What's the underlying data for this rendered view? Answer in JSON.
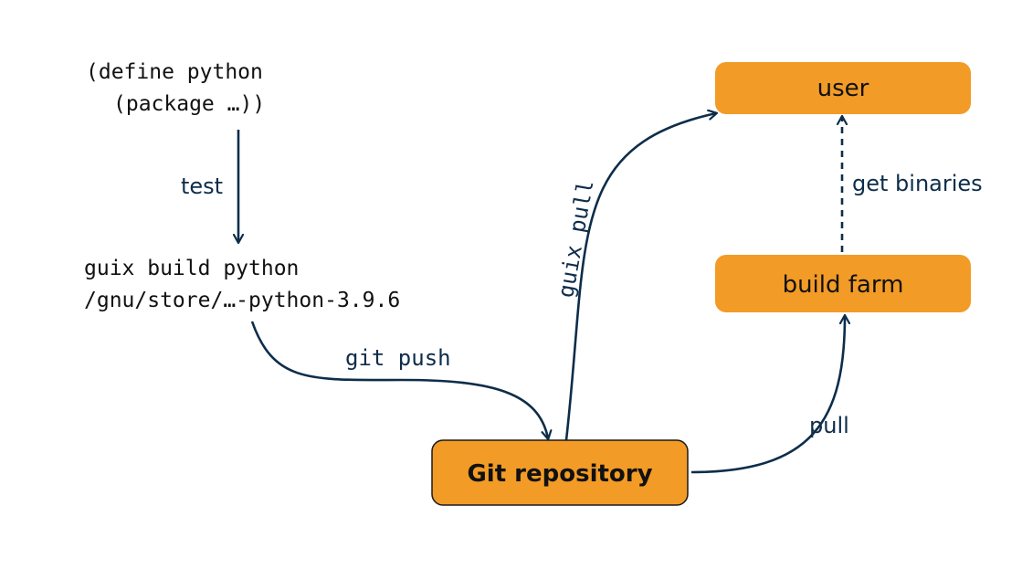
{
  "colors": {
    "box_fill": "#F29B26",
    "box_stroke": "#1a1a1a",
    "arrow": "#0d2d4a",
    "label_text": "#0d2d4a",
    "code_text": "#111111"
  },
  "code": {
    "define_line1": "(define python",
    "define_line2": "(package …))",
    "build_line1": "guix build python",
    "build_line2": "/gnu/store/…-python-3.9.6"
  },
  "nodes": {
    "user": "user",
    "build_farm": "build farm",
    "git_repository": "Git repository"
  },
  "edges": {
    "test": "test",
    "git_push": "git push",
    "guix_pull": "guix pull",
    "pull": "pull",
    "get_binaries": "get binaries"
  }
}
